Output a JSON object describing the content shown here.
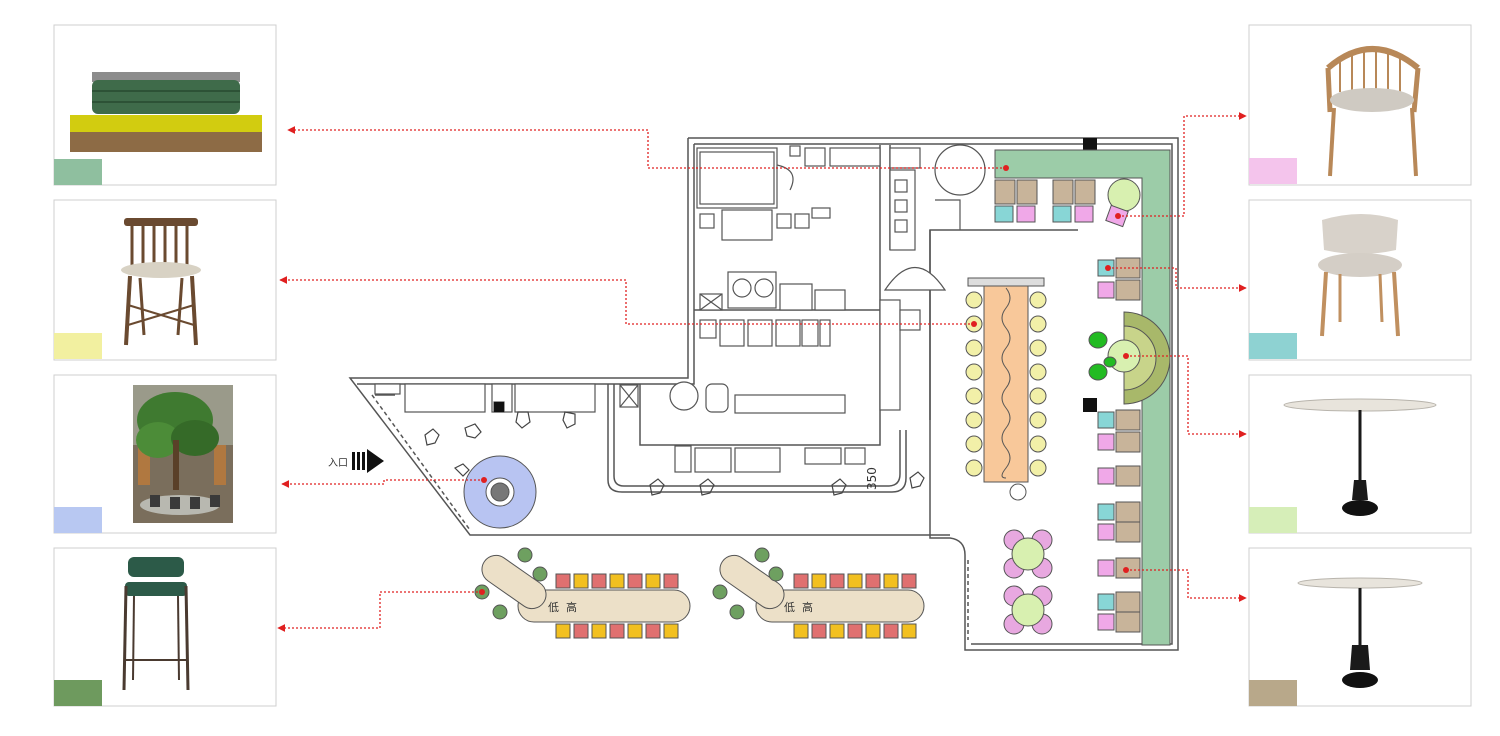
{
  "entrance": {
    "label": "入口"
  },
  "dimension": {
    "value": "350"
  },
  "tables": {
    "t1_low": "低",
    "t1_high": "高",
    "t2_low": "低",
    "t2_high": "高"
  },
  "legend": [
    {
      "id": "booth-sofa",
      "icon": "booth-sofa-icon",
      "swatch": "#8fbf9f"
    },
    {
      "id": "windsor-chair",
      "icon": "windsor-chair-icon",
      "swatch": "#f2f0a0"
    },
    {
      "id": "tree-feature",
      "icon": "tree-photo-icon",
      "swatch": "#b8c8f2"
    },
    {
      "id": "bar-stool",
      "icon": "bar-stool-icon",
      "swatch": "#6e9a5e"
    },
    {
      "id": "spindle-armchair",
      "icon": "armchair-icon",
      "swatch": "#f4c4ec"
    },
    {
      "id": "upholstered-chair",
      "icon": "upholstered-chair-icon",
      "swatch": "#8ed2d2"
    },
    {
      "id": "round-table",
      "icon": "round-table-icon",
      "swatch": "#d6eeb8"
    },
    {
      "id": "bistro-table",
      "icon": "bistro-table-icon",
      "swatch": "#b8a88a"
    }
  ],
  "colors": {
    "leader": "#e02020",
    "bench": "#9ccca8",
    "seat_tan": "#c8b49a",
    "seat_pink": "#f0a8e8",
    "seat_cyan": "#88d6d6",
    "island": "#f8c89a",
    "stool": "#f2f0a8",
    "round_table": "#d8f0b0",
    "round_chairs": "#e8a8e0",
    "tree_circle": "#b8c4f2",
    "olive": "#a8b86a",
    "long_table": "#ece0c8",
    "chair_red": "#e07070",
    "chair_yellow": "#f2c020",
    "pot_green": "#6ea060"
  }
}
